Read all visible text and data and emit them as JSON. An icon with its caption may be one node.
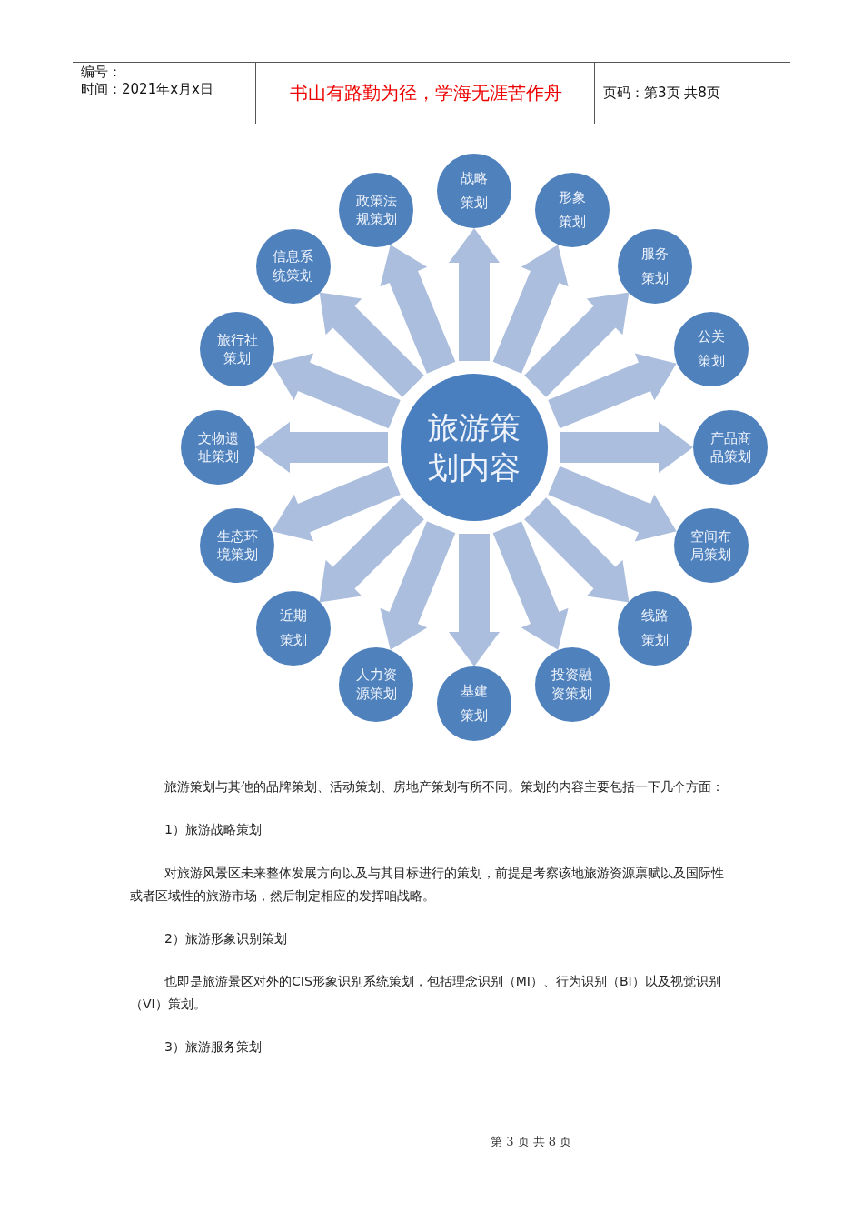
{
  "diagram": {
    "nodes": [
      {
        "text": [
          "旅游策划内容"
        ]
      },
      {
        "text": [
          "战略策划"
        ]
      },
      {
        "text": [
          "形象策划"
        ]
      },
      {
        "text": [
          "服务策划"
        ]
      },
      {
        "text": [
          "公关策划"
        ]
      },
      {
        "text": [
          "产品商品策划"
        ]
      },
      {
        "text": [
          "空间布局策划"
        ]
      },
      {
        "text": [
          "线路策划"
        ]
      },
      {
        "text": [
          "投资融资策划"
        ]
      },
      {
        "text": [
          "基建策划"
        ]
      },
      {
        "text": [
          "人力资源策划"
        ]
      },
      {
        "text": [
          "近期策划"
        ]
      },
      {
        "text": [
          "生态环境策划"
        ]
      },
      {
        "text": [
          "文物遗址策划"
        ]
      },
      {
        "text": [
          "旅行社策划"
        ]
      },
      {
        "text": [
          "信息系统策划"
        ]
      },
      {
        "text": [
          "政策法规策划"
        ]
      }
    ],
    "edges": [
      {
        "from": 0,
        "to": 1,
        "arrow": "to",
        "style": "thick"
      },
      {
        "from": 0,
        "to": 2,
        "arrow": "to",
        "style": "thick"
      },
      {
        "from": 0,
        "to": 3,
        "arrow": "to",
        "style": "thick"
      },
      {
        "from": 0,
        "to": 4,
        "arrow": "to",
        "style": "thick"
      },
      {
        "from": 0,
        "to": 5,
        "arrow": "to",
        "style": "thick"
      },
      {
        "from": 0,
        "to": 6,
        "arrow": "to",
        "style": "thick"
      },
      {
        "from": 0,
        "to": 7,
        "arrow": "to",
        "style": "thick"
      },
      {
        "from": 0,
        "to": 8,
        "arrow": "to",
        "style": "thick"
      },
      {
        "from": 0,
        "to": 9,
        "arrow": "to",
        "style": "thick"
      },
      {
        "from": 0,
        "to": 10,
        "arrow": "to",
        "style": "thick"
      },
      {
        "from": 0,
        "to": 11,
        "arrow": "to",
        "style": "thick"
      },
      {
        "from": 0,
        "to": 12,
        "arrow": "to",
        "style": "thick"
      },
      {
        "from": 0,
        "to": 13,
        "arrow": "to",
        "style": "thick"
      },
      {
        "from": 0,
        "to": 14,
        "arrow": "to",
        "style": "thick"
      },
      {
        "from": 0,
        "to": 15,
        "arrow": "to",
        "style": "thick"
      },
      {
        "from": 0,
        "to": 16,
        "arrow": "to",
        "style": "thick"
      }
    ],
    "labels": [
      "编号：",
      "时间：2021年x月x日",
      "书山有路勤为径，学海无涯苦作舟",
      "页码：第3页 共8页",
      "旅游策划与其他的品牌策划、活动策划、房地产策划有所不同。策划的内容主要包括一下几个方面：",
      "1）旅游战略策划",
      "对旅游风景区未来整体发展方向以及与其目标进行的策划，前提是考察该地旅游资源禀赋以及国际性或者区域性的旅游市场，然后制定相应的发挥咱战略。",
      "2）旅游形象识别策划",
      "也即是旅游景区对外的CIS形象识别系统策划，包括理念识别（MI）、行为识别（BI）以及视觉识别（VI）策划。",
      "3）旅游服务策划",
      "第 3 页 共 8 页"
    ]
  }
}
